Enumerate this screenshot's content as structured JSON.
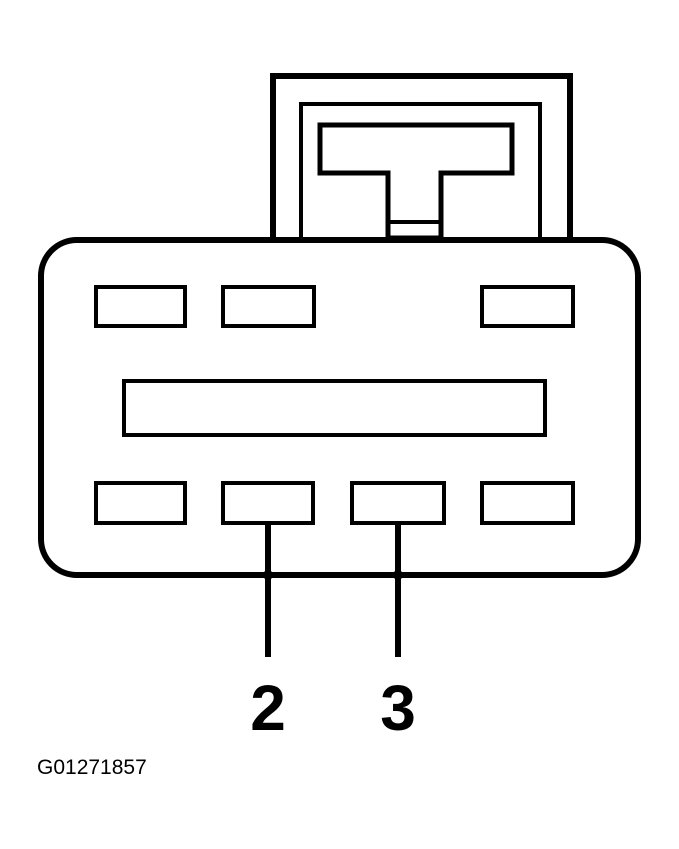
{
  "diagram": {
    "pin_labels": [
      "2",
      "3"
    ],
    "figure_id": "G01271857",
    "colors": {
      "stroke": "#000000",
      "fill": "#ffffff"
    }
  }
}
